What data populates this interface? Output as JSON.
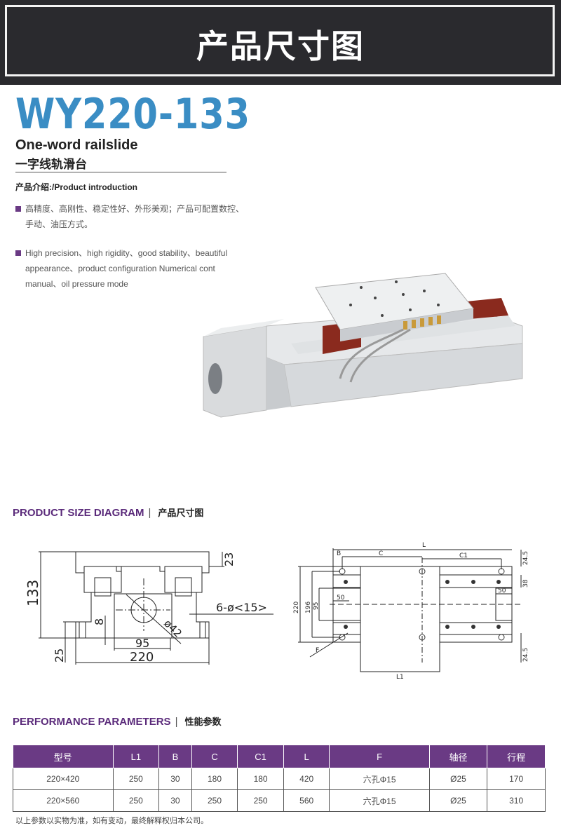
{
  "banner": {
    "title": "产品尺寸图"
  },
  "product": {
    "model": "WY220-133",
    "name_en": "One-word railslide",
    "name_cn": "一字线轨滑台",
    "intro_label": "产品介绍:/Product introduction",
    "bullets": [
      "高精度、高刚性、稳定性好、外形美观；产品可配置数控、手动、油压方式。",
      "High precision、high rigidity、good stability、beautiful appearance、product configuration Numerical cont manual、oil pressure mode"
    ]
  },
  "size_section": {
    "title_en": "PRODUCT SIZE DIAGRAM",
    "title_cn": "产品尺寸图",
    "sep": "|"
  },
  "drawing_front": {
    "h133": "133",
    "h23": "23",
    "h25": "25",
    "h8": "8",
    "w95": "95",
    "w220": "220",
    "holes": "6-ø<15>",
    "dia": "ø42"
  },
  "drawing_top": {
    "L": "L",
    "B": "B",
    "C": "C",
    "C1": "C1",
    "L1": "L1",
    "F": "F",
    "d220": "220",
    "d196": "196",
    "d95": "95",
    "d50a": "50",
    "d50b": "50",
    "d24a": "24.5",
    "d24b": "24.5",
    "d38": "38"
  },
  "params_section": {
    "title_en": "PERFORMANCE PARAMETERS",
    "title_cn": "性能参数",
    "sep": "|"
  },
  "table": {
    "headers": [
      "型号",
      "L1",
      "B",
      "C",
      "C1",
      "L",
      "F",
      "轴径",
      "行程"
    ],
    "rows": [
      [
        "220×420",
        "250",
        "30",
        "180",
        "180",
        "420",
        "六孔Φ15",
        "Ø25",
        "170"
      ],
      [
        "220×560",
        "250",
        "30",
        "250",
        "250",
        "560",
        "六孔Φ15",
        "Ø25",
        "310"
      ]
    ]
  },
  "note": "以上参数以实物为准，如有变动，最终解释权归本公司。",
  "colors": {
    "accent": "#6a3a84",
    "model": "#3a8dc4",
    "banner": "#2a2a2e"
  }
}
